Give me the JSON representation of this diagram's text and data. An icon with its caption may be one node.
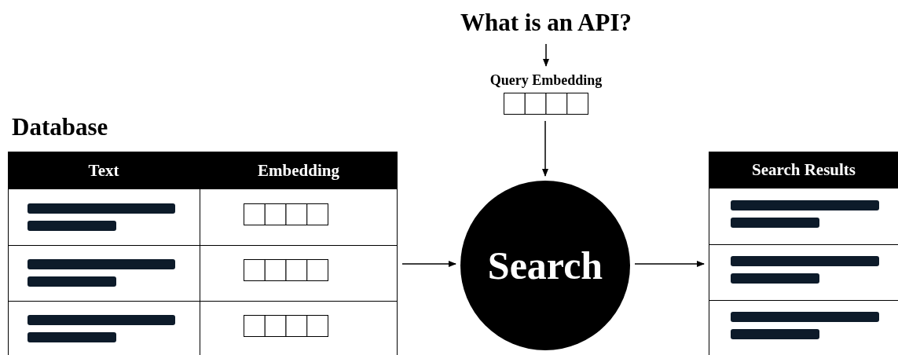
{
  "diagram": {
    "nodes": [
      {
        "text": [
          "What is an API?"
        ]
      },
      {
        "text": [
          "Query Embedding"
        ]
      },
      {
        "text": [
          "Search"
        ]
      },
      {
        "text": [
          "Database"
        ]
      },
      {
        "text": [
          "Search Results"
        ]
      }
    ],
    "edges": [
      {
        "from": 0,
        "to": 1,
        "arrow": "to"
      },
      {
        "from": 1,
        "to": 2,
        "arrow": "to"
      },
      {
        "from": 3,
        "to": 2,
        "arrow": "to"
      },
      {
        "from": 2,
        "to": 4,
        "arrow": "to"
      }
    ],
    "labels": [
      "Text",
      "Embedding"
    ]
  }
}
